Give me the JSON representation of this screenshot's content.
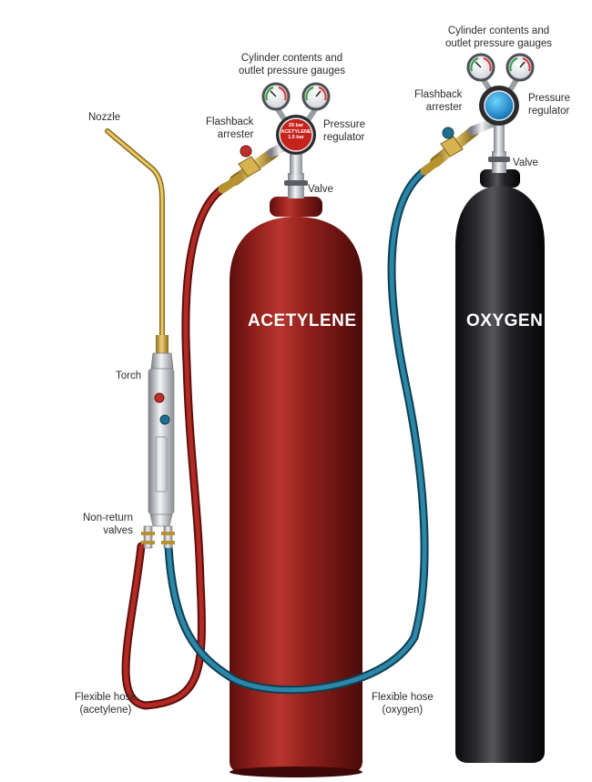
{
  "labels": {
    "gauges_right": [
      "Cylinder contents and",
      "outlet pressure gauges"
    ],
    "gauges_left": [
      "Cylinder contents and",
      "outlet pressure gauges"
    ],
    "flashback_left": [
      "Flashback",
      "arrester"
    ],
    "flashback_right": [
      "Flashback",
      "arrester"
    ],
    "pressure_left": [
      "Pressure",
      "regulator"
    ],
    "pressure_right": [
      "Pressure",
      "regulator"
    ],
    "valve_left": "Valve",
    "valve_right": "Valve",
    "nozzle": "Nozzle",
    "torch": "Torch",
    "non_return": [
      "Non-return",
      "valves"
    ],
    "hose_acetylene": [
      "Flexible hose",
      "(acetylene)"
    ],
    "hose_oxygen": [
      "Flexible hose",
      "(oxygen)"
    ]
  },
  "cylinders": {
    "acetylene": "ACETYLENE",
    "oxygen": "OXYGEN"
  },
  "regulator_badge": [
    "25 bar",
    "ACETYLENE",
    "1.5 bar"
  ],
  "colors": {
    "acetylene_body": "#8a1d1a",
    "oxygen_body": "#1e1e22",
    "red_hose": "#a3201d",
    "blue_hose": "#1f6e8c",
    "brass": "#c8a23a"
  }
}
